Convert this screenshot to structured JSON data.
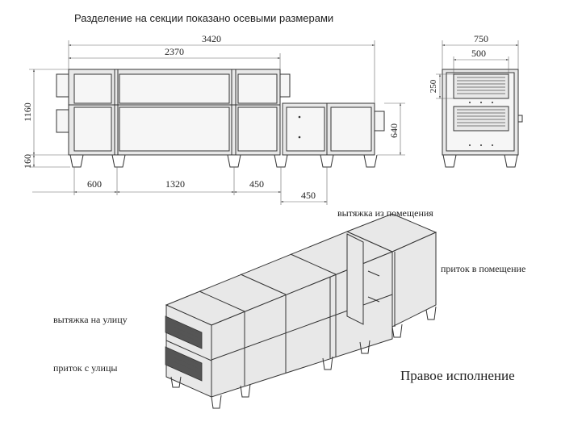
{
  "diagram": {
    "title": "Разделение на секции показано осевыми размерами",
    "dimensions": {
      "total_length": "3420",
      "inner_length": "2370",
      "height": "1160",
      "leg_height": "160",
      "sec1": "600",
      "sec2": "1320",
      "sec3": "450",
      "sec4": "450",
      "side_height": "640",
      "side_width": "750",
      "side_inner_width": "500",
      "side_grille": "250"
    },
    "labels": {
      "exhaust_from_room": "вытяжка из помещения",
      "supply_to_room": "приток в помещение",
      "exhaust_to_street": "вытяжка на улицу",
      "supply_from_street": "приток с улицы",
      "variant": "Правое исполнение"
    }
  }
}
